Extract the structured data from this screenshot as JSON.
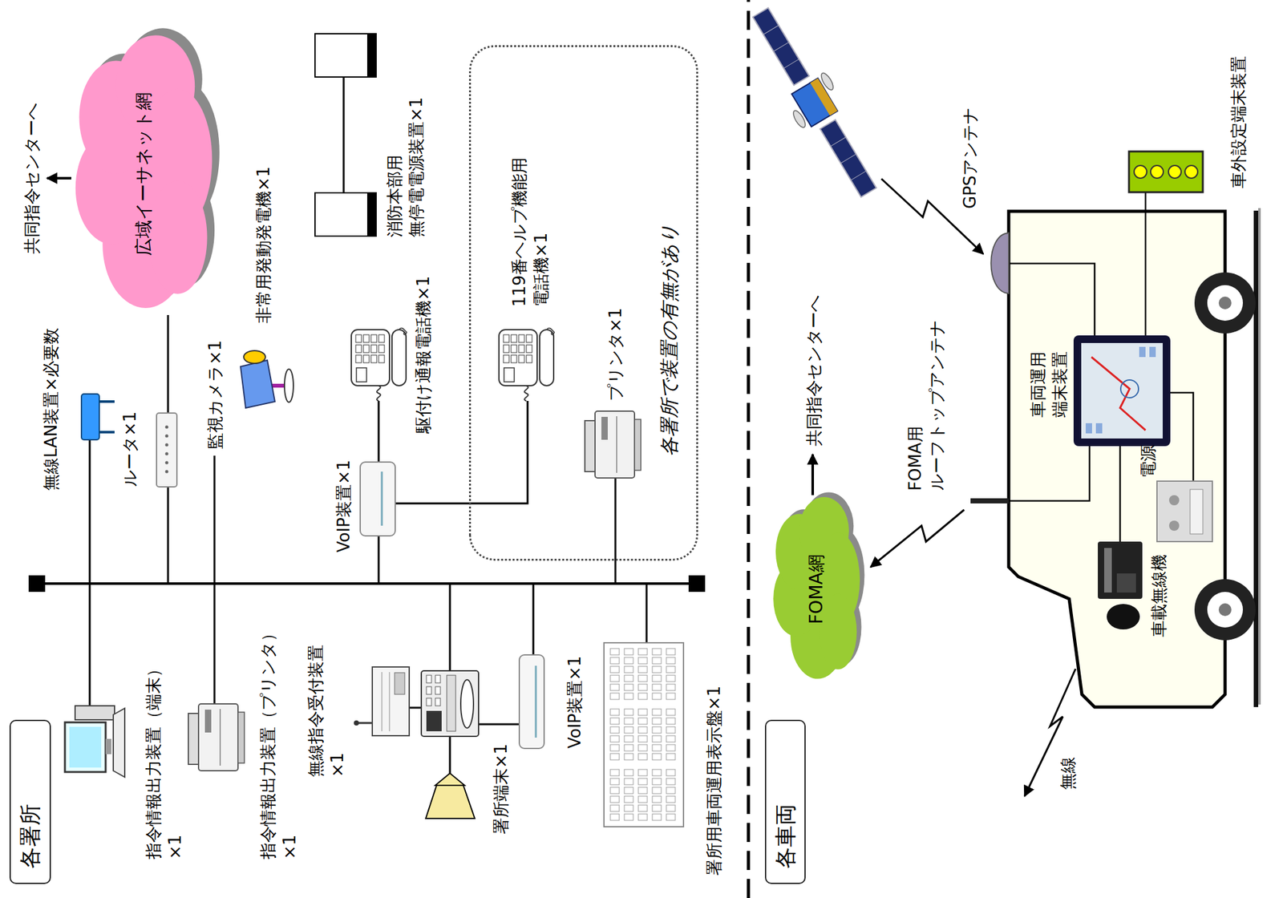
{
  "diagram": {
    "nodes": [
      {
        "text": [
          "各署所"
        ]
      },
      {
        "text": [
          "広域イーサネット網"
        ]
      },
      {
        "text": [
          "各署所で装置の有無があり"
        ]
      },
      {
        "text": [
          "各車両"
        ]
      },
      {
        "text": [
          "FOMA網"
        ]
      }
    ],
    "labels": [
      "共同指令センターへ",
      "無線LAN装置×必要数",
      "ルータ×1",
      "監視カメラ×1",
      "非常用発動発電機×1",
      "消防本部用 無停電電源装置×1",
      "VoIP装置×1",
      "駆付け通報電話機×1",
      "119番ヘルプ機能用 電話機×1",
      "プリンタ×1",
      "指令情報出力装置（端末） ×1",
      "指令情報出力装置（プリンタ） ×1",
      "無線指令受付装置 ×1",
      "署所端末×1",
      "VoIP装置×1",
      "署所用車両運用表示盤×1",
      "GPSアンテナ",
      "共同指令センターへ",
      "FOMA用 ルーフトップアンテナ",
      "車両運用 端末装置",
      "電源",
      "車載無線機",
      "車外設定端末装置",
      "無線"
    ]
  }
}
